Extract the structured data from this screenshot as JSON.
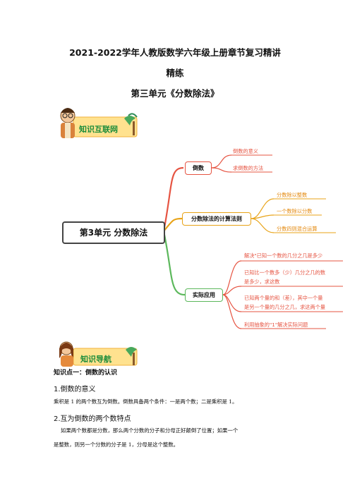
{
  "title": {
    "line1": "2021-2022学年人教版数学六年级上册章节复习精讲",
    "line2": "精练",
    "line3": "第三单元《分数除法》"
  },
  "banners": {
    "network": "知识互联网",
    "guide": "知识导航"
  },
  "mindmap": {
    "root": "第3单元 分数除法",
    "branches": [
      {
        "label": "倒数",
        "leaves": [
          "倒数的意义",
          "求倒数的方法"
        ]
      },
      {
        "label": "分数除法的计算法则",
        "leaves": [
          "分数除以整数",
          "一个数除以分数",
          "分数四则混合运算"
        ]
      },
      {
        "label": "实际应用",
        "leaves": [
          "解决\"已知一个数的几分之几是多少",
          "已知比一个数多（少）几分之几的数",
          "是多少，求这数",
          "已知两个量的和（差），其中一个量",
          "是另一个量的几分之几，求这两个量",
          "利用抽象的\"1\"解决实际问题"
        ]
      }
    ]
  },
  "knowledge": {
    "point1_title": "知识点一：倒数的认识",
    "s1_heading": "1.倒数的意义",
    "s1_text": "乘积是 1 的两个数互为倒数。倒数具备两个条件：一是两个数；二是乘积是 1。",
    "s2_heading": "2.互为倒数的两个数特点",
    "s2_text_line1": "如果两个数都是分数，那么两个分数的分子和分母正好颠倒了位置；如果一个",
    "s2_text_line2": "是整数，则另一个分数的分子是 1，分母是这个整数。"
  },
  "colors": {
    "red": "#e65442",
    "orange": "#e8a317",
    "green": "#5cb85c",
    "banner_bg": "#ffe08a",
    "banner_text": "#1a8c3a"
  }
}
